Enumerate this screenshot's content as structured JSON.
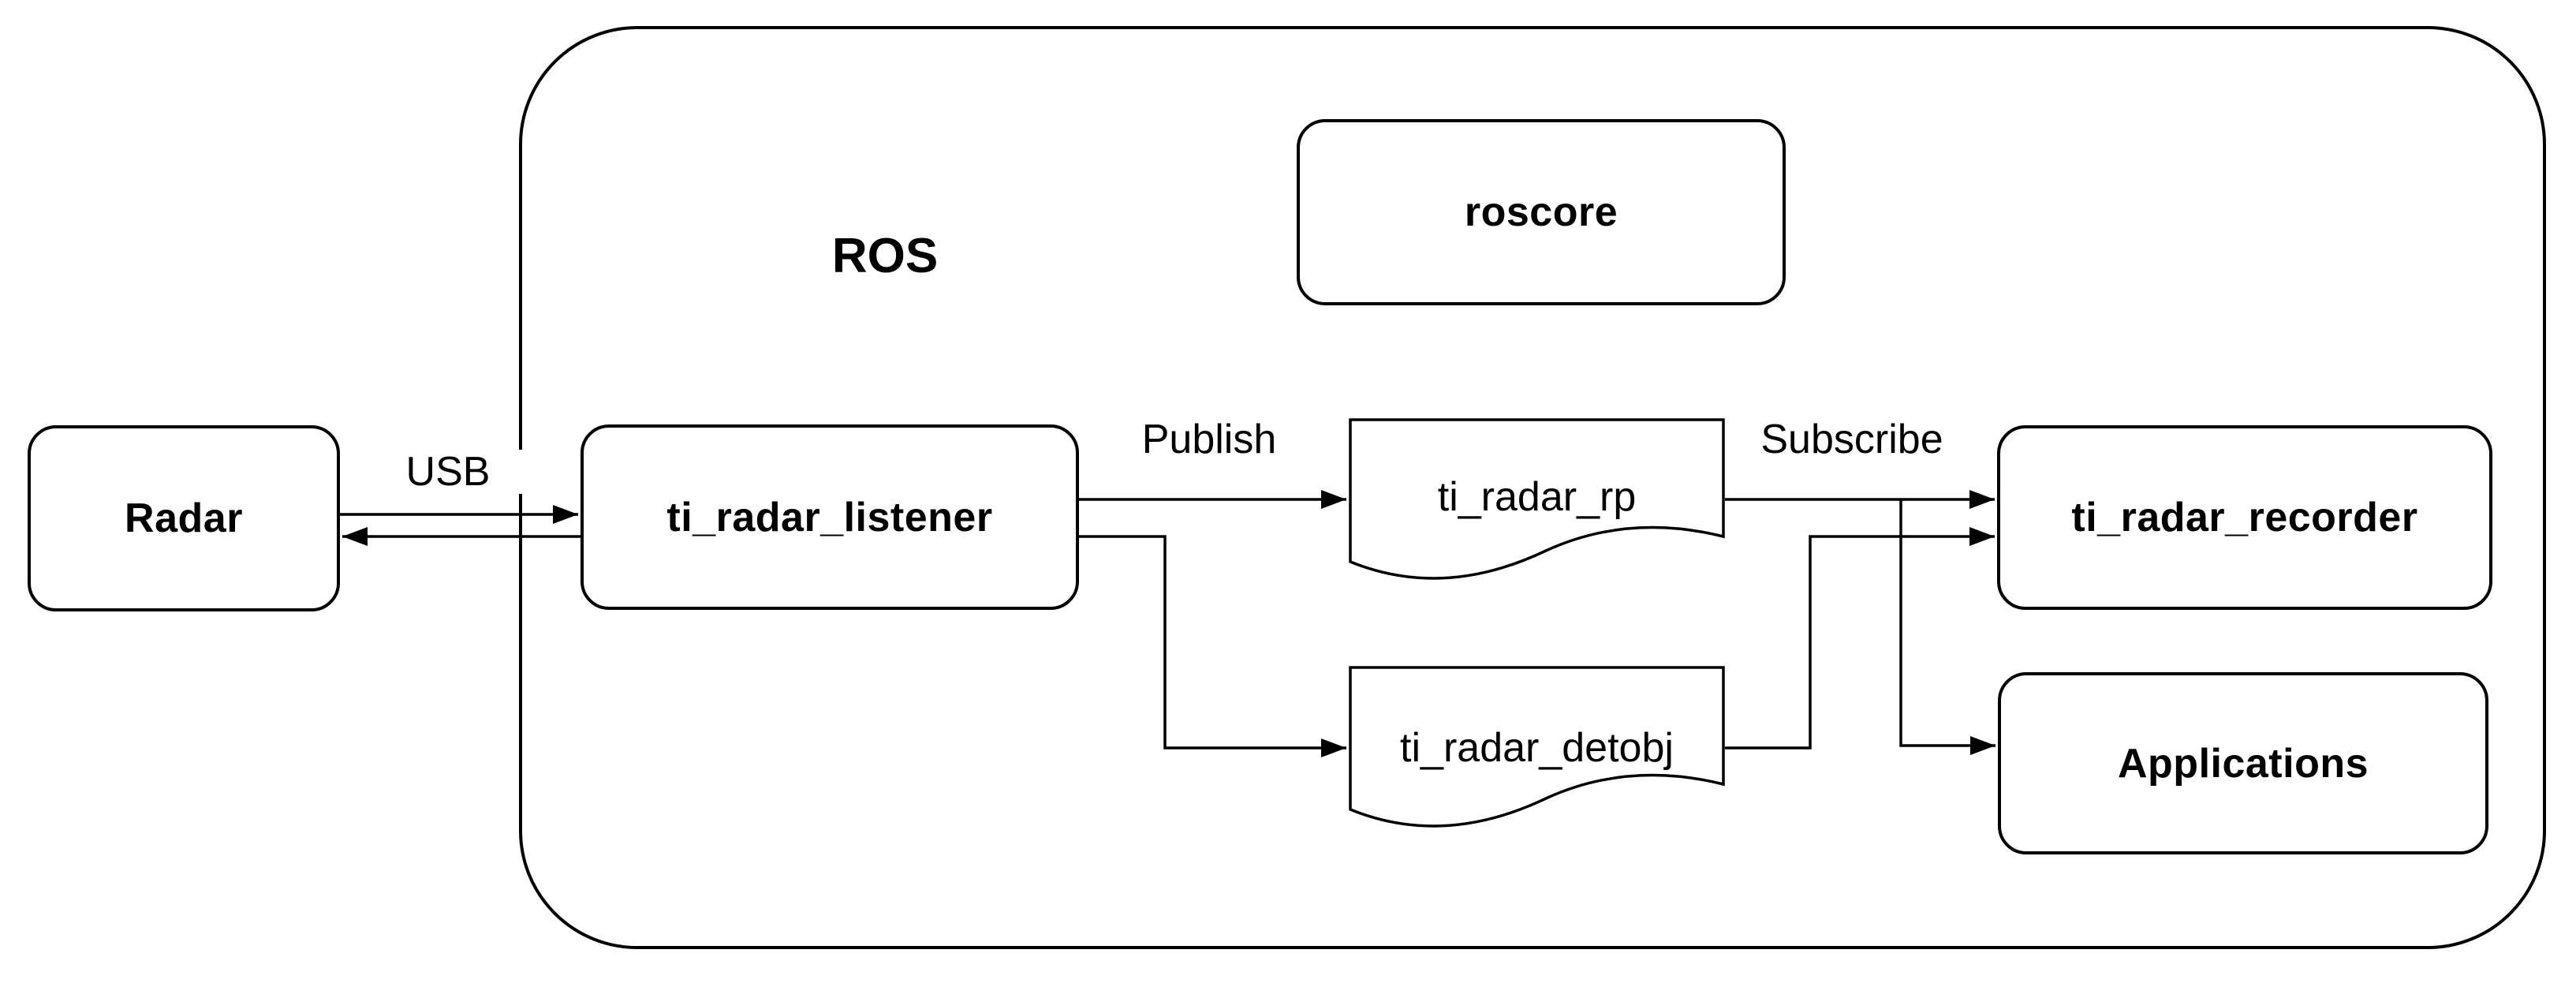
{
  "diagram": {
    "type": "flow-diagram",
    "colors": {
      "background": "#ffffff",
      "stroke": "#000000",
      "text": "#000000"
    },
    "container": {
      "label": "ROS"
    },
    "nodes": [
      {
        "id": "radar",
        "label": "Radar",
        "shape": "rounded-rect"
      },
      {
        "id": "ti_radar_listener",
        "label": "ti_radar_listener",
        "shape": "rounded-rect"
      },
      {
        "id": "roscore",
        "label": "roscore",
        "shape": "rounded-rect"
      },
      {
        "id": "ti_radar_recorder",
        "label": "ti_radar_recorder",
        "shape": "rounded-rect"
      },
      {
        "id": "applications",
        "label": "Applications",
        "shape": "rounded-rect"
      }
    ],
    "topics": [
      {
        "id": "ti_radar_rp",
        "label": "ti_radar_rp",
        "shape": "document"
      },
      {
        "id": "ti_radar_detobj",
        "label": "ti_radar_detobj",
        "shape": "document"
      }
    ],
    "edges": [
      {
        "id": "usb-link",
        "label": "USB",
        "from": "Radar",
        "to": "ti_radar_listener",
        "bidirectional": true
      },
      {
        "id": "publish-rp",
        "label": "Publish",
        "from": "ti_radar_listener",
        "to": "ti_radar_rp"
      },
      {
        "id": "publish-detobj",
        "label": "",
        "from": "ti_radar_listener",
        "to": "ti_radar_detobj"
      },
      {
        "id": "subscribe-recorder",
        "label": "Subscribe",
        "from": "ti_radar_rp",
        "to": "ti_radar_recorder"
      },
      {
        "id": "rp-to-applications",
        "label": "",
        "from": "ti_radar_rp",
        "to": "Applications"
      },
      {
        "id": "detobj-to-recorder",
        "label": "",
        "from": "ti_radar_detobj",
        "to": "ti_radar_recorder"
      }
    ]
  }
}
